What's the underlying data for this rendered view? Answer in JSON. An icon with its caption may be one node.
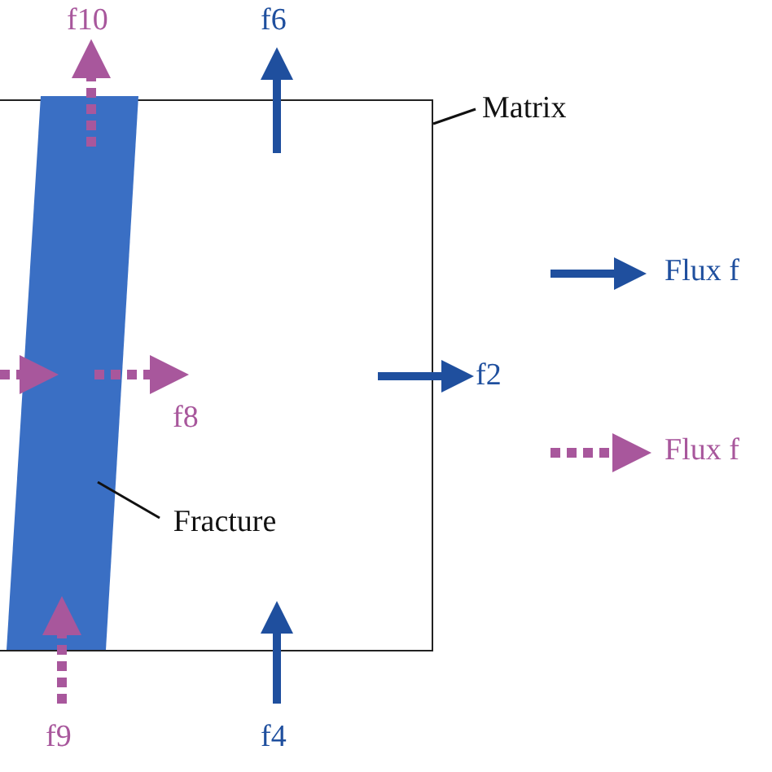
{
  "diagram": {
    "nodes": [
      {
        "text": [
          "Matrix"
        ]
      },
      {
        "text": [],
        "shape": "box"
      },
      {
        "text": [
          "Fracture"
        ],
        "in": 1
      },
      {
        "text": [],
        "shape": "bar",
        "in": 1
      }
    ],
    "edges": [
      {
        "from": 0,
        "to": 1,
        "arrow": "none"
      },
      {
        "from": 2,
        "to": 3,
        "arrow": "none"
      }
    ],
    "labels": [
      "f10",
      "f6",
      "f2",
      "f8",
      "f9",
      "f4"
    ],
    "legend": [
      {
        "text": "Flux f"
      },
      {
        "text": "Flux f"
      }
    ]
  }
}
